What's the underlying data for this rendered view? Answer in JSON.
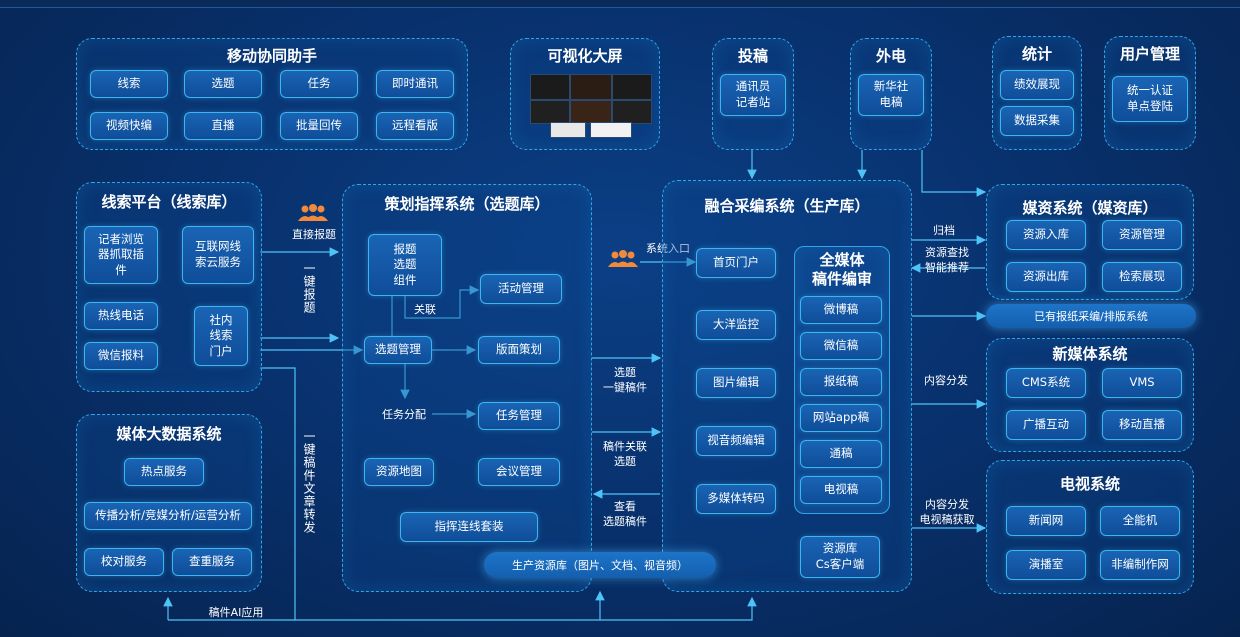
{
  "mobile": {
    "title": "移动协同助手",
    "items": [
      "线索",
      "选题",
      "任务",
      "即时通讯",
      "视频快编",
      "直播",
      "批量回传",
      "远程看版"
    ]
  },
  "bigscreen": {
    "title": "可视化大屏"
  },
  "submit": {
    "title": "投稿",
    "item": "通讯员\n记者站"
  },
  "wire": {
    "title": "外电",
    "item": "新华社\n电稿"
  },
  "stats": {
    "title": "统计",
    "items": [
      "绩效展现",
      "数据采集"
    ]
  },
  "users": {
    "title": "用户管理",
    "item": "统一认证\n单点登陆"
  },
  "clues": {
    "title": "线索平台（线索库）",
    "items": {
      "browser": "记者浏览\n器抓取插\n件",
      "cloud": "互联网线\n索云服务",
      "hotline": "热线电话",
      "wechat": "微信报料",
      "portal": "社内\n线索\n门户"
    }
  },
  "planning": {
    "title": "策划指挥系统（选题库）",
    "items": {
      "report_group": "报题\n选题\n组件",
      "activity": "活动管理",
      "topic": "选题管理",
      "layout": "版面策划",
      "task_mgmt": "任务管理",
      "resource_map": "资源地图",
      "meeting": "会议管理",
      "command": "指挥连线套装"
    },
    "labels": {
      "link": "关联",
      "task_assign": "任务分配"
    }
  },
  "fusion": {
    "title": "融合采编系统（生产库）",
    "items": [
      "首页门户",
      "大洋监控",
      "图片编辑",
      "视音频编辑",
      "多媒体转码"
    ],
    "allmedia": {
      "title": "全媒体\n稿件编审",
      "items": [
        "微博稿",
        "微信稿",
        "报纸稿",
        "网站app稿",
        "通稿",
        "电视稿"
      ]
    },
    "cs_client": "资源库\nCs客户端"
  },
  "production_lib": "生产资源库（图片、文档、视音频）",
  "bigdata": {
    "title": "媒体大数据系统",
    "items": [
      "热点服务",
      "传播分析/竞媒分析/运营分析",
      "校对服务",
      "查重服务"
    ]
  },
  "media_assets": {
    "title": "媒资系统（媒资库）",
    "items": [
      "资源入库",
      "资源管理",
      "资源出库",
      "检索展现"
    ]
  },
  "existing": "已有报纸采编/排版系统",
  "newmedia": {
    "title": "新媒体系统",
    "items": [
      "CMS系统",
      "VMS",
      "广播互动",
      "移动直播"
    ]
  },
  "tv": {
    "title": "电视系统",
    "items": [
      "新闻网",
      "全能机",
      "演播室",
      "非编制作网"
    ]
  },
  "edge_labels": {
    "direct_report": "直接报题",
    "one_click_report": "一键报题",
    "system_entry": "系统入口",
    "topic_one_click": "选题\n一键稿件",
    "manuscript_link": "稿件关联\n选题",
    "view_topic": "查看\n选题稿件",
    "one_click_forward": "一键稿件文章转发",
    "archive": "归档",
    "resource_search": "资源查找\n智能推荐",
    "content_dist": "内容分发",
    "content_dist_tv": "内容分发\n电视稿获取",
    "ai_app": "稿件AI应用"
  }
}
